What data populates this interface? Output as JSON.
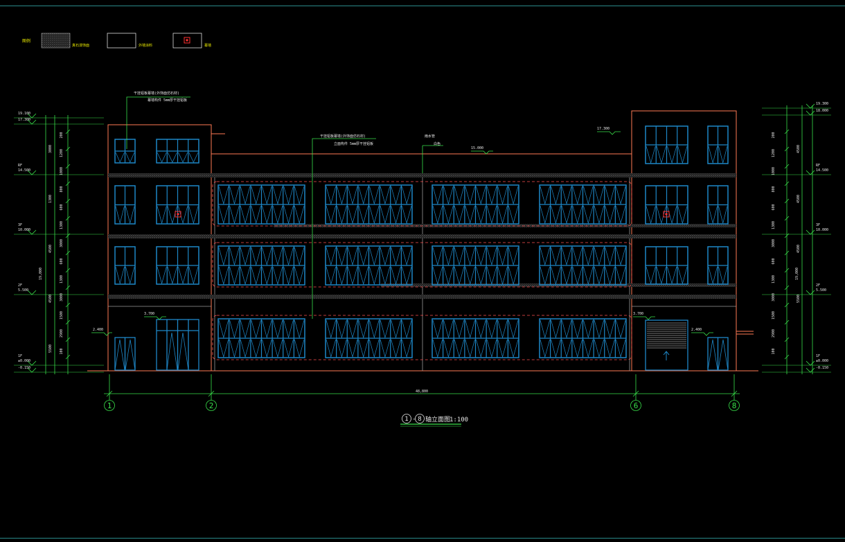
{
  "legend": {
    "label": "图例",
    "item1": "真石漆饰面",
    "item2": "外墙涂料",
    "item3": "幕墙",
    "colors": {
      "accent": "#e6e600",
      "frame": "#2a8a8a"
    }
  },
  "title": {
    "start_axis": "1",
    "end_axis": "8",
    "text": "轴立面图",
    "scale": "1:100"
  },
  "axes": [
    "1",
    "2",
    "6",
    "8"
  ],
  "total_dimension": "48,800",
  "notes": {
    "note_a_line1": "干挂铝板幕墙(外饰面仿石材)",
    "note_a_line2": "幕墙构件 5mm厚干挂铝板",
    "note_b_line1": "干挂铝板幕墙(外饰面仿石材)",
    "note_b_line2": "立面构件 5mm厚干挂铝板",
    "note_c_line1": "雨水管",
    "note_c_line2": "白色"
  },
  "left_levels": {
    "top": {
      "name": "",
      "value": "19.100"
    },
    "top2": {
      "name": "",
      "value": "17.300"
    },
    "rf": {
      "name": "RF",
      "value": "14.500"
    },
    "f3": {
      "name": "3F",
      "value": "10.000"
    },
    "f2": {
      "name": "2F",
      "value": "5.500"
    },
    "f1": {
      "name": "1F",
      "value": "±0.000"
    },
    "ground": {
      "name": "",
      "value": "-0.150"
    }
  },
  "right_levels": {
    "top": {
      "name": "",
      "value": "19.300"
    },
    "top2": {
      "name": "",
      "value": "18.000"
    },
    "rf": {
      "name": "RF",
      "value": "14.500"
    },
    "f3": {
      "name": "3F",
      "value": "10.000"
    },
    "f2": {
      "name": "2F",
      "value": "5.500"
    },
    "f1": {
      "name": "1F",
      "value": "±0.000"
    },
    "ground": {
      "name": "",
      "value": "-0.150"
    }
  },
  "elevation_marks": {
    "roof_left": "17.300",
    "roof_mid": "15.000",
    "canopy_left": "3.700",
    "door_left": "2.400",
    "canopy_right": "3.700",
    "door_right": "2.400"
  },
  "left_dims": {
    "outer_total": "19,000",
    "segments": [
      "200",
      "1200",
      "1000",
      "800",
      "600",
      "1300",
      "3000",
      "600",
      "1300",
      "3000",
      "1500",
      "2900",
      "100"
    ],
    "mid_segments": [
      "3000",
      "1300",
      "4500",
      "4500",
      "5500"
    ]
  },
  "right_dims": {
    "outer_total": "19,000",
    "segments": [
      "200",
      "1200",
      "1000",
      "800",
      "600",
      "1300",
      "3000",
      "600",
      "1300",
      "3000",
      "1500",
      "2900",
      "100"
    ],
    "mid_segments": [
      "4500",
      "4500",
      "4500",
      "5500"
    ]
  }
}
